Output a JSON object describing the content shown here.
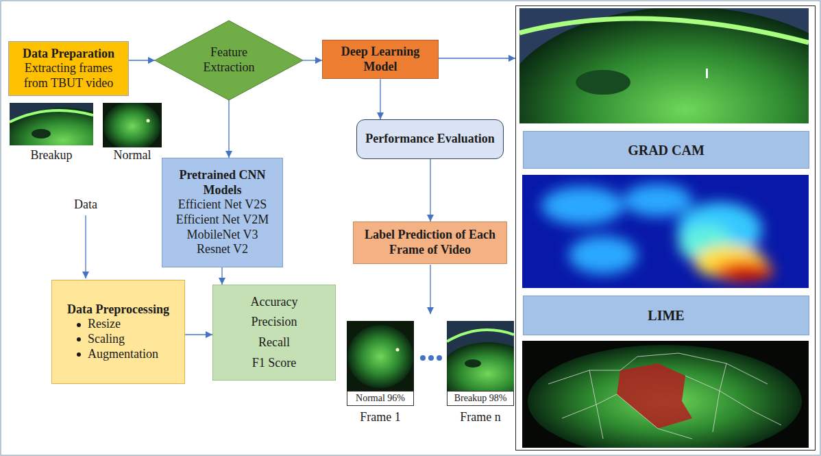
{
  "diagram": {
    "nodes": [
      {
        "text": [
          "Data Preparation",
          "Extracting frames from TBUT video"
        ]
      },
      {
        "text": [
          "Feature Extraction"
        ]
      },
      {
        "text": [
          "Deep Learning Model"
        ]
      },
      {
        "text": []
      },
      {
        "text": [
          "GRAD CAM"
        ],
        "in": 3
      },
      {
        "text": [
          "LIME"
        ],
        "in": 3
      },
      {
        "text": [
          "Performance Evaluation"
        ]
      },
      {
        "text": [
          "Pretrained CNN Models",
          "Efficient Net V2S",
          "Efficient Net V2M",
          "MobileNet V3",
          "Resnet V2"
        ]
      },
      {
        "text": [
          "Label Prediction of Each Frame of Video"
        ]
      },
      {
        "text": [
          "Data Preprocessing",
          "Resize",
          "Scaling",
          "Augmentation"
        ]
      },
      {
        "text": [
          "Accuracy",
          "Precision",
          "Recall",
          "F1 Score"
        ]
      },
      {
        "text": [
          "Normal 96%"
        ]
      },
      {
        "text": [
          "Breakup 98%"
        ]
      }
    ],
    "edges": [
      {
        "from": 0,
        "to": 1,
        "arrow": "to"
      },
      {
        "from": 1,
        "to": 2,
        "arrow": "to"
      },
      {
        "from": 2,
        "to": 3,
        "arrow": "to"
      },
      {
        "from": 1,
        "to": 7,
        "arrow": "to"
      },
      {
        "from": 2,
        "to": 6,
        "arrow": "to"
      },
      {
        "from": 6,
        "to": 8,
        "arrow": "to"
      },
      {
        "from": 7,
        "to": 10,
        "arrow": "to"
      },
      {
        "from": 9,
        "to": 10,
        "arrow": "to"
      }
    ],
    "labels": [
      "Breakup",
      "Normal",
      "Data",
      "Frame 1",
      "Frame n"
    ]
  }
}
